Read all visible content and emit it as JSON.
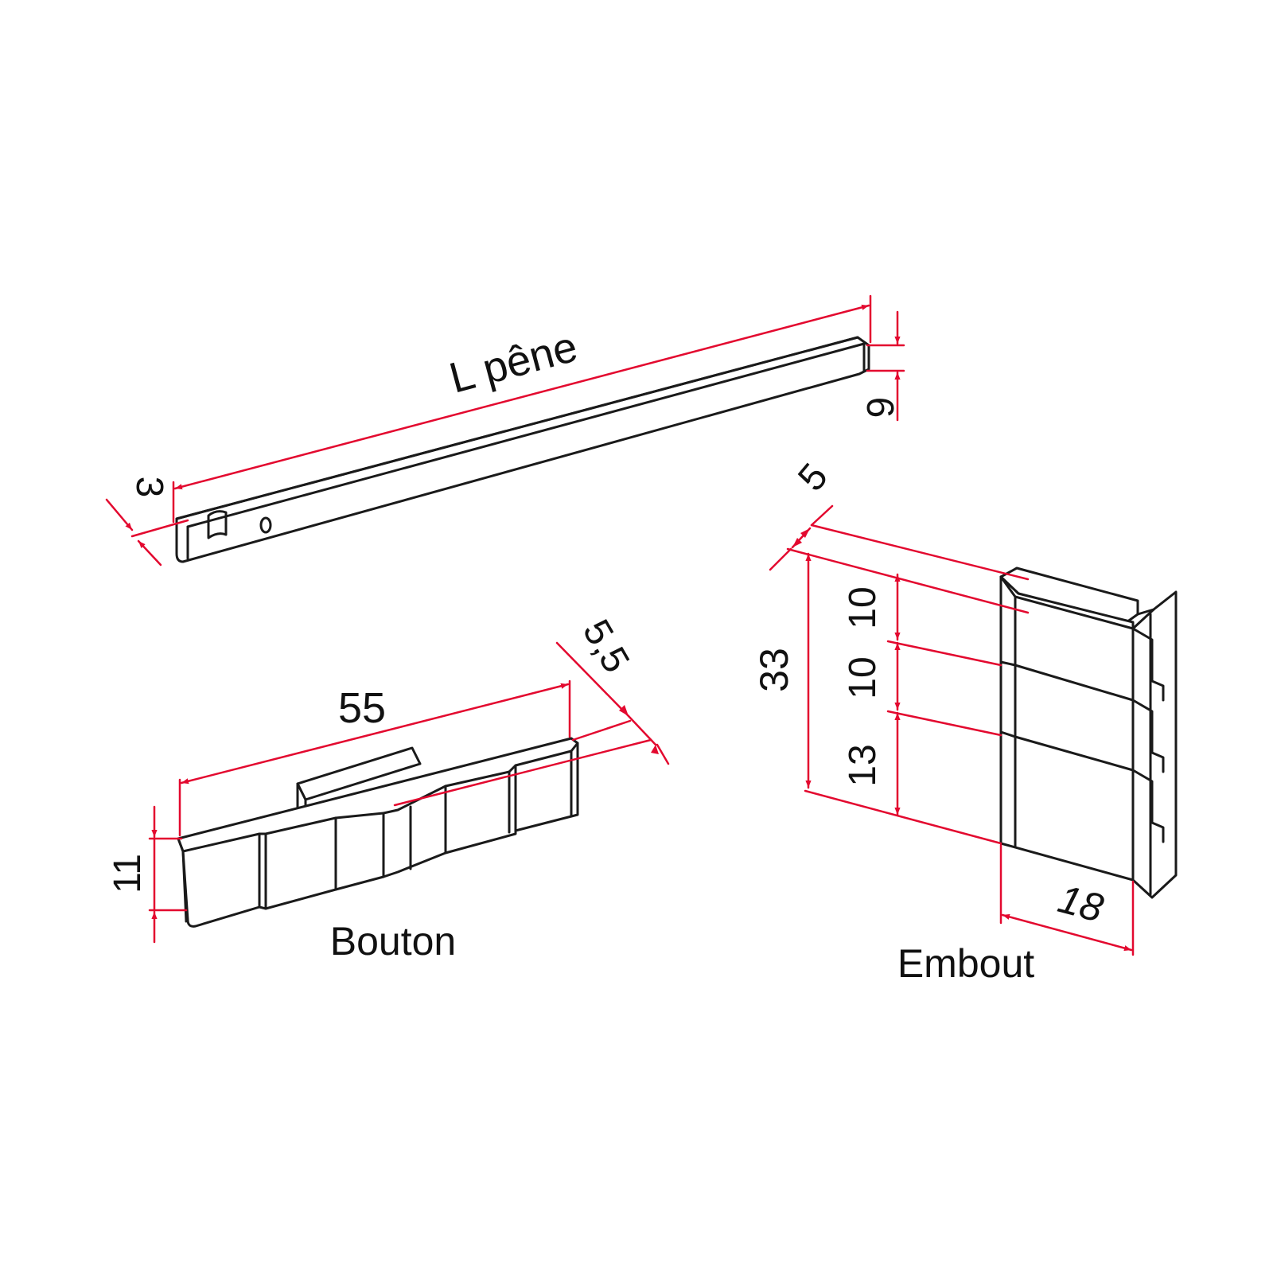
{
  "colors": {
    "dimension": "#e3092f",
    "outline": "#1a1a1a",
    "background": "#ffffff"
  },
  "parts": {
    "pene": {
      "dims": {
        "length": "L pêne",
        "thickness": "3",
        "height": "6"
      }
    },
    "bouton": {
      "caption": "Bouton",
      "dims": {
        "length": "55",
        "thickness": "5,5",
        "height": "11"
      }
    },
    "embout": {
      "caption": "Embout",
      "dims": {
        "thickness": "5",
        "height": "33",
        "seg_top": "10",
        "seg_mid": "10",
        "seg_bottom": "13",
        "width": "18"
      }
    }
  }
}
